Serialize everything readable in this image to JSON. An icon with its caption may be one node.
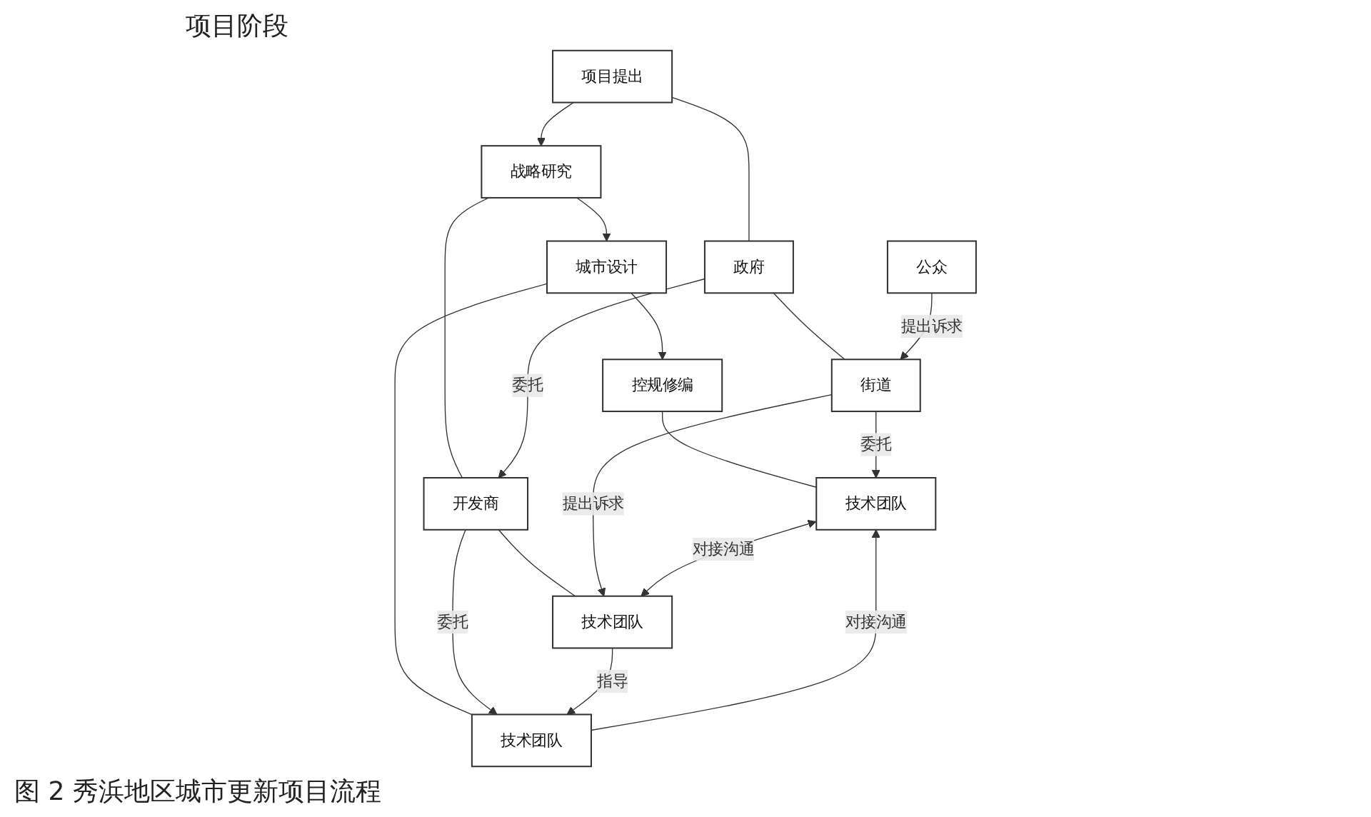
{
  "diagram": {
    "caption": "图 2 秀浜地区城市更新项目流程",
    "nodes": [
      {
        "text": [
          "项目提出"
        ]
      },
      {
        "text": [
          "战略研究"
        ]
      },
      {
        "text": [
          "城市设计"
        ]
      },
      {
        "text": [
          "控规修编"
        ]
      },
      {
        "text": [
          "公众"
        ]
      },
      {
        "text": [
          "政府"
        ]
      },
      {
        "text": [
          "街道"
        ]
      },
      {
        "text": [
          "开发商"
        ]
      },
      {
        "text": [
          "技术团队"
        ]
      },
      {
        "text": [
          "技术团队"
        ]
      },
      {
        "text": [
          "技术团队"
        ]
      }
    ],
    "edges": [
      {
        "from": 0,
        "to": 1,
        "arrow": "to"
      },
      {
        "from": 1,
        "to": 2,
        "arrow": "to"
      },
      {
        "from": 2,
        "to": 3,
        "arrow": "to"
      },
      {
        "from": 0,
        "to": 5,
        "arrow": "none"
      },
      {
        "from": 5,
        "to": 6,
        "arrow": "none"
      },
      {
        "from": 1,
        "to": 7,
        "arrow": "none"
      },
      {
        "from": 7,
        "to": 8,
        "arrow": "none"
      },
      {
        "from": 2,
        "to": 9,
        "arrow": "none"
      },
      {
        "from": 3,
        "to": 10,
        "arrow": "none"
      },
      {
        "from": 4,
        "to": 6,
        "arrow": "to",
        "label": "提出诉求"
      },
      {
        "from": 5,
        "to": 7,
        "arrow": "to",
        "label": "委托"
      },
      {
        "from": 6,
        "to": 8,
        "arrow": "to",
        "label": "提出诉求"
      },
      {
        "from": 7,
        "to": 9,
        "arrow": "to",
        "label": "委托"
      },
      {
        "from": 8,
        "to": 9,
        "arrow": "to",
        "label": "指导"
      },
      {
        "from": 9,
        "to": 10,
        "arrow": "to",
        "label": "对接沟通"
      },
      {
        "from": 10,
        "to": 8,
        "arrow": "both",
        "label": "对接沟通"
      },
      {
        "from": 6,
        "to": 10,
        "arrow": "to",
        "label": "委托"
      }
    ],
    "labels": [
      "项目阶段"
    ]
  }
}
